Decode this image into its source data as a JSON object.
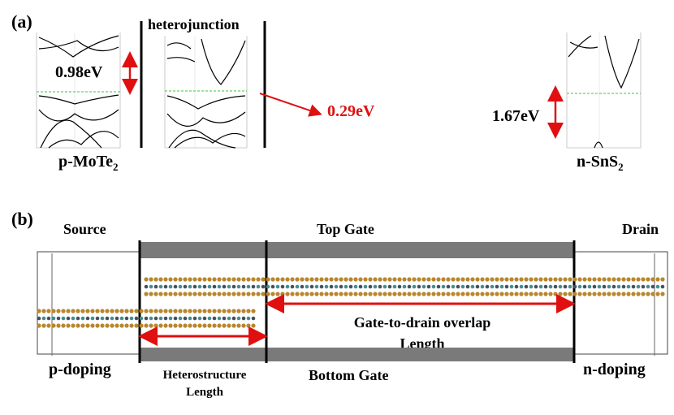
{
  "panel_a": {
    "label": "(a)",
    "heterojunction_label": "heterojunction",
    "mote2_gap": "0.98eV",
    "offset": "0.29eV",
    "sns2_gap": "1.67eV",
    "mote2_label_main": "p-MoTe",
    "mote2_label_sub": "2",
    "sns2_label_main": "n-SnS",
    "sns2_label_sub": "2"
  },
  "panel_b": {
    "label": "(b)",
    "source": "Source",
    "top_gate": "Top Gate",
    "drain": "Drain",
    "p_doping": "p-doping",
    "bottom_gate": "Bottom Gate",
    "n_doping": "n-doping",
    "heterostructure_line1": "Heterostructure",
    "heterostructure_line2": "Length",
    "overlap_line1": "Gate-to-drain overlap",
    "overlap_line2": "Length"
  },
  "colors": {
    "arrow_red": "#e01010",
    "gate_gray": "#7a7a7a",
    "fermi_green": "#33cc33",
    "atom_gold": "#b8862e",
    "atom_teal": "#3f8f95",
    "atom_dark": "#4a4f5a"
  }
}
